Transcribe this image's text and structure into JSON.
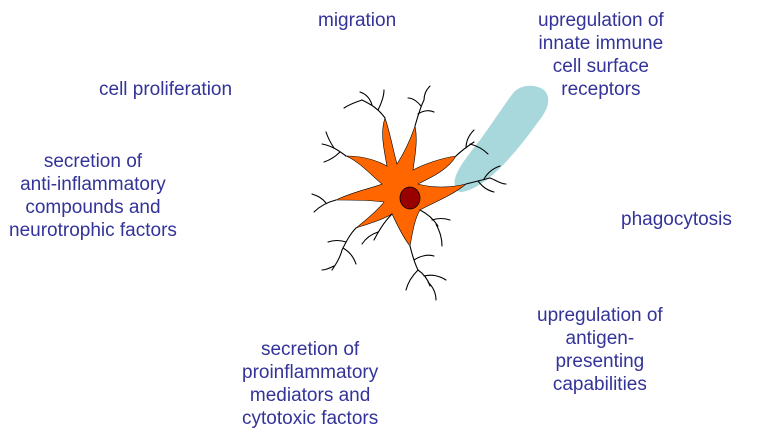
{
  "colors": {
    "text": "#333399",
    "cell_body": "#ff6600",
    "nucleus": "#990000",
    "blob": "#a8d8dc",
    "branch": "#000000"
  },
  "labels": {
    "migration": [
      "migration"
    ],
    "receptors": [
      "upregulation of",
      "innate immune",
      "cell surface",
      "receptors"
    ],
    "proliferation": [
      "cell proliferation"
    ],
    "anti_inflammatory": [
      "secretion of",
      "anti-inflammatory",
      "compounds and",
      "neurotrophic factors"
    ],
    "phagocytosis": [
      "phagocytosis"
    ],
    "antigen": [
      "upregulation of",
      "antigen-",
      "presenting",
      "capabilities"
    ],
    "proinflammatory": [
      "secretion of",
      "proinflammatory",
      "mediators and",
      "cytotoxic factors"
    ]
  }
}
